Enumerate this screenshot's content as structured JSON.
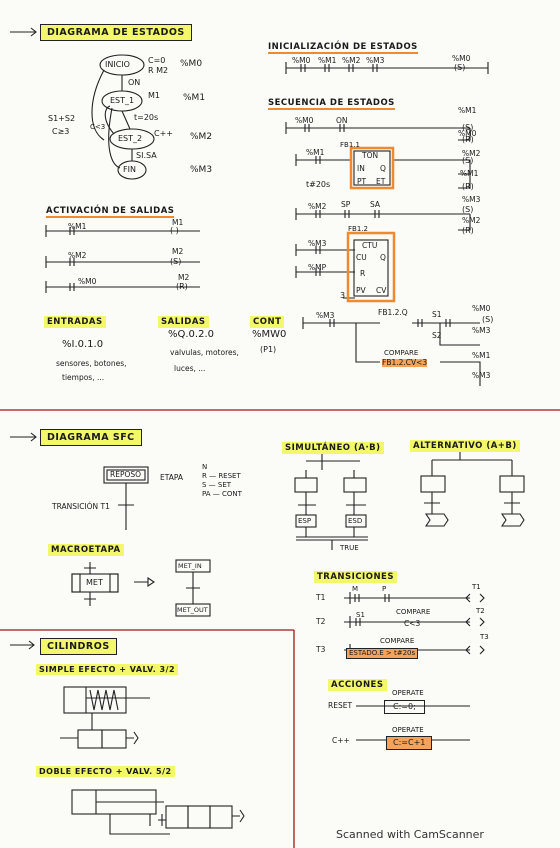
{
  "s1": {
    "title": "DIAGRAMA DE ESTADOS",
    "init_state": "INICIO",
    "init_cond": "C=0",
    "init_reset": "R M2",
    "m0": "%M0",
    "on": "ON",
    "est1": "EST_1",
    "m1": "M1",
    "m1b": "%M1",
    "t20": "t=20s",
    "est2": "EST_2",
    "cpp": "C++",
    "m2": "%M2",
    "sisa": "SI.SA",
    "s1s2": "S1+S2",
    "c3": "C≥3",
    "c3b": "C<3",
    "fin": "FIN",
    "m3": "%M3"
  },
  "s2": {
    "title": "INICIALIZACIÓN DE ESTADOS",
    "contacts": [
      "%M0",
      "%M1",
      "%M2",
      "%M3"
    ],
    "coil_label": "%M0",
    "coil": "(S)"
  },
  "s3": {
    "title": "SECUENCIA DE ESTADOS",
    "r1": [
      "%M0",
      "ON",
      "%M1",
      "(S)",
      "%M0",
      "(R)"
    ],
    "fb1": "FB1.1",
    "ton": "TON",
    "in": "IN",
    "q": "Q",
    "pt": "PT",
    "et": "ET",
    "r2": [
      "%M1",
      "%M2",
      "(S)",
      "%M1",
      "(R)"
    ],
    "t20": "t#20s",
    "r3": [
      "%M2",
      "SP",
      "SA",
      "%M3",
      "(S)",
      "%M2",
      "(R)"
    ],
    "fb2": "FB1.2",
    "ctu": "CTU",
    "cu": "CU",
    "r": "R",
    "pv": "PV",
    "cv": "CV",
    "m3": "%M3",
    "mp": "%MP",
    "three": "3"
  },
  "s4": {
    "title": "ACTIVACIÓN DE SALIDAS",
    "rows": [
      {
        "contact": "%M1",
        "coil_label": "M1",
        "coil": "( )"
      },
      {
        "contact": "%M2",
        "coil_label": "M2",
        "coil": "(S)"
      },
      {
        "contact": "%M0",
        "coil_label": "M2",
        "coil": "(R)"
      }
    ]
  },
  "s5": {
    "r1": [
      "%M3",
      "FB1.2.Q",
      "S1",
      "%M0",
      "(S)"
    ],
    "s2": "S2",
    "m3s": "%M3",
    "compare": "COMPARE",
    "cmp_expr": "FB1.2.CV<3",
    "m1s": "%M1",
    "m3r": "%M3"
  },
  "s6": {
    "entradas": "ENTRADAS",
    "entradas_addr": "%I.0.1.0",
    "entradas_desc1": "sensores, botones,",
    "entradas_desc2": "tiempos, ...",
    "salidas": "SALIDAS",
    "salidas_addr": "%Q.0.2.0",
    "salidas_desc1": "valvulas, motores,",
    "salidas_desc2": "luces, ...",
    "cont": "CONT",
    "cont_addr": "%MW0",
    "cont_sub": "(P1)"
  },
  "s7": {
    "title": "DIAGRAMA SFC",
    "reposo": "REPOSO",
    "etapa": "ETAPA",
    "n": "N",
    "r": "R — RESET",
    "s": "S — SET",
    "pa": "PA — CONT",
    "trans": "TRANSICIÓN T1"
  },
  "s8": {
    "title": "SIMULTÁNEO (A·B)",
    "esp": "ESP",
    "esd": "ESD",
    "true": "TRUE"
  },
  "s9": {
    "title": "ALTERNATIVO (A+B)"
  },
  "s10": {
    "title": "MACROETAPA",
    "met": "MET",
    "met_in": "MET_IN",
    "met_out": "MET_OUT"
  },
  "s11": {
    "title": "TRANSICIONES",
    "t1": "T1",
    "t1_contacts": [
      "M",
      "P"
    ],
    "t1_coil": "T1",
    "t2": "T2",
    "t2_contact": "S1",
    "t2_cmp": "COMPARE",
    "t2_expr": "C<3",
    "t2_coil": "T2",
    "t3": "T3",
    "t3_cmp": "COMPARE",
    "t3_expr": "ESTADO.E > t#20s",
    "t3_coil": "T3"
  },
  "s12": {
    "title": "CILINDROS",
    "simple": "SIMPLE EFECTO + VALV. 3/2",
    "doble": "DOBLE EFECTO + VALV. 5/2"
  },
  "s13": {
    "title": "ACCIONES",
    "reset": "RESET",
    "operate": "OPERATE",
    "reset_expr": "C:=0;",
    "cpp": "C++",
    "cpp_expr": "C:=C+1"
  },
  "footer": "Scanned with CamScanner",
  "colors": {
    "highlight": "#f3f86a",
    "orange": "#f08a2c",
    "red_rule": "#a01818"
  }
}
